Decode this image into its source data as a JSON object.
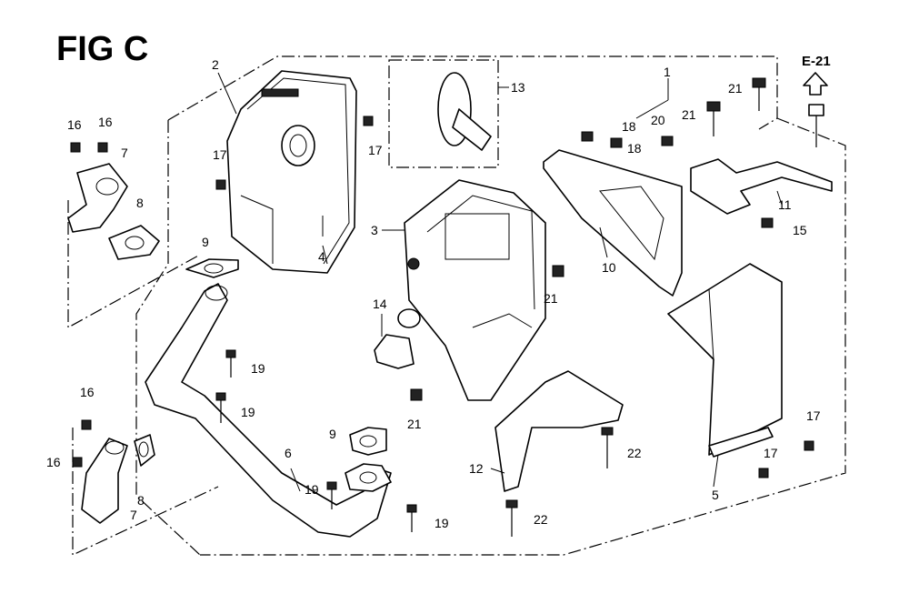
{
  "figure": {
    "title": "FIG C",
    "reference": "E-21"
  },
  "callouts": [
    {
      "id": "c-2",
      "label": "2"
    },
    {
      "id": "c-1",
      "label": "1"
    },
    {
      "id": "c-13",
      "label": "13"
    },
    {
      "id": "c-16a",
      "label": "16"
    },
    {
      "id": "c-16b",
      "label": "16"
    },
    {
      "id": "c-7a",
      "label": "7"
    },
    {
      "id": "c-8a",
      "label": "8"
    },
    {
      "id": "c-17a",
      "label": "17"
    },
    {
      "id": "c-17b",
      "label": "17"
    },
    {
      "id": "c-4",
      "label": "4"
    },
    {
      "id": "c-9a",
      "label": "9"
    },
    {
      "id": "c-3",
      "label": "3"
    },
    {
      "id": "c-18a",
      "label": "18"
    },
    {
      "id": "c-18b",
      "label": "18"
    },
    {
      "id": "c-20",
      "label": "20"
    },
    {
      "id": "c-21a",
      "label": "21"
    },
    {
      "id": "c-21b",
      "label": "21"
    },
    {
      "id": "c-21c",
      "label": "21"
    },
    {
      "id": "c-21d",
      "label": "21"
    },
    {
      "id": "c-11",
      "label": "11"
    },
    {
      "id": "c-15",
      "label": "15"
    },
    {
      "id": "c-10",
      "label": "10"
    },
    {
      "id": "c-14",
      "label": "14"
    },
    {
      "id": "c-19a",
      "label": "19"
    },
    {
      "id": "c-19b",
      "label": "19"
    },
    {
      "id": "c-19c",
      "label": "19"
    },
    {
      "id": "c-19d",
      "label": "19"
    },
    {
      "id": "c-16c",
      "label": "16"
    },
    {
      "id": "c-16d",
      "label": "16"
    },
    {
      "id": "c-8b",
      "label": "8"
    },
    {
      "id": "c-7b",
      "label": "7"
    },
    {
      "id": "c-6",
      "label": "6"
    },
    {
      "id": "c-9b",
      "label": "9"
    },
    {
      "id": "c-12",
      "label": "12"
    },
    {
      "id": "c-22a",
      "label": "22"
    },
    {
      "id": "c-22b",
      "label": "22"
    },
    {
      "id": "c-17c",
      "label": "17"
    },
    {
      "id": "c-17d",
      "label": "17"
    },
    {
      "id": "c-5",
      "label": "5"
    }
  ]
}
